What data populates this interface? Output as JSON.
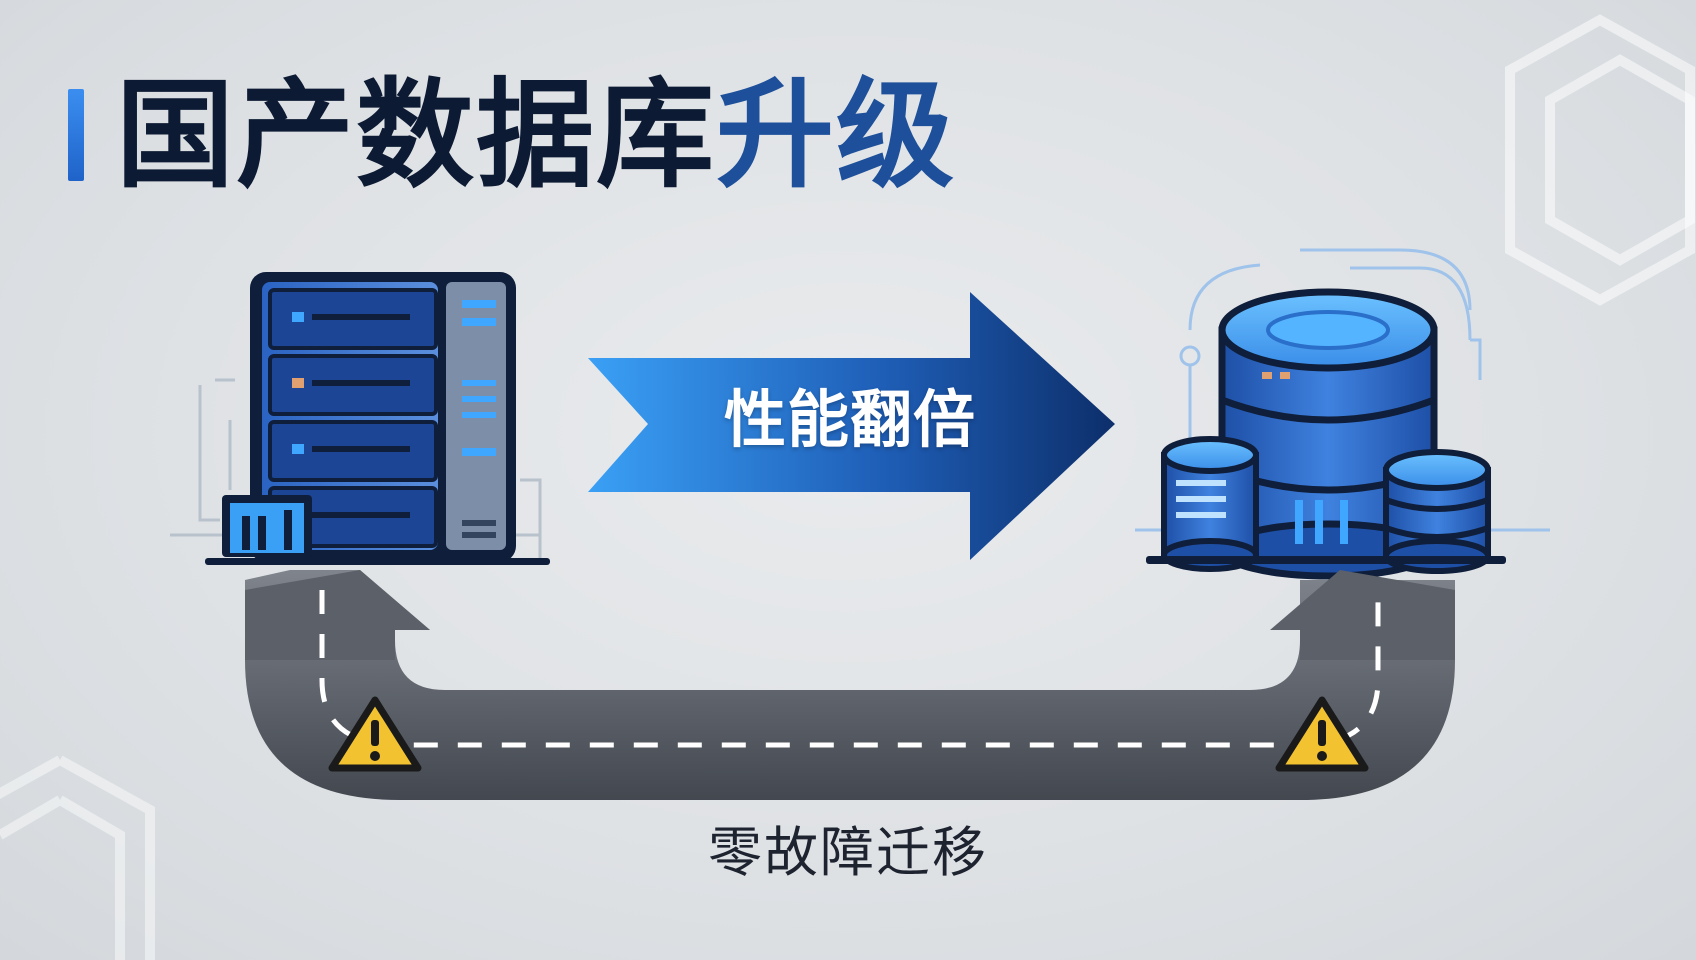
{
  "title": {
    "part1": "国产数据库",
    "part2": "升级"
  },
  "arrow": {
    "label": "性能翻倍"
  },
  "migration": {
    "label": "零故障迁移"
  },
  "icons": {
    "source": "legacy-server-rack-icon",
    "target": "database-cluster-icon",
    "warning": "warning-triangle-icon"
  },
  "colors": {
    "title_dark": "#0c1a33",
    "title_accent": "#1d4f9a",
    "arrow_start": "#3aa0f5",
    "arrow_end": "#0d2f6b",
    "road": "#4a4f57",
    "warning": "#f2c230"
  }
}
